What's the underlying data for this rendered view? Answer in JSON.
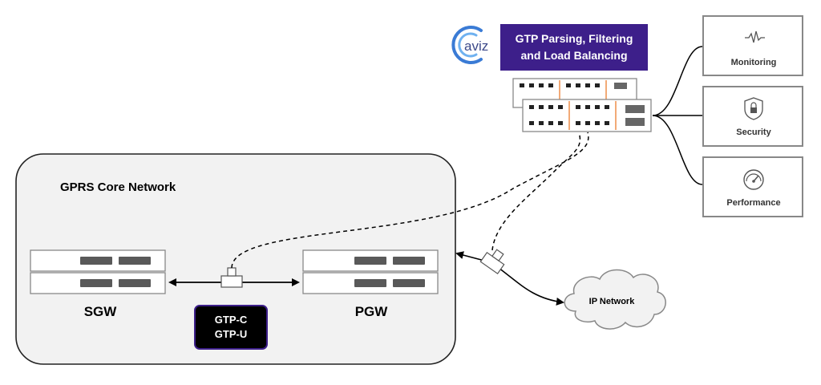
{
  "core": {
    "title": "GPRS Core Network"
  },
  "sgw": {
    "label": "SGW"
  },
  "pgw": {
    "label": "PGW"
  },
  "protocols": {
    "line1": "GTP-C",
    "line2": "GTP-U"
  },
  "ip_network": {
    "label": "IP Network"
  },
  "aviz": {
    "logo_text": "aviz",
    "title_line1": "GTP Parsing, Filtering",
    "title_line2": "and Load Balancing"
  },
  "tools": [
    {
      "label": "Monitoring",
      "icon": "pulse-icon"
    },
    {
      "label": "Security",
      "icon": "lock-shield-icon"
    },
    {
      "label": "Performance",
      "icon": "gauge-icon"
    }
  ],
  "colors": {
    "accent_purple": "#3d1f8a",
    "logo_blue": "#3a7bd5",
    "orange": "#e8711c",
    "badge_bg": "#000000"
  }
}
